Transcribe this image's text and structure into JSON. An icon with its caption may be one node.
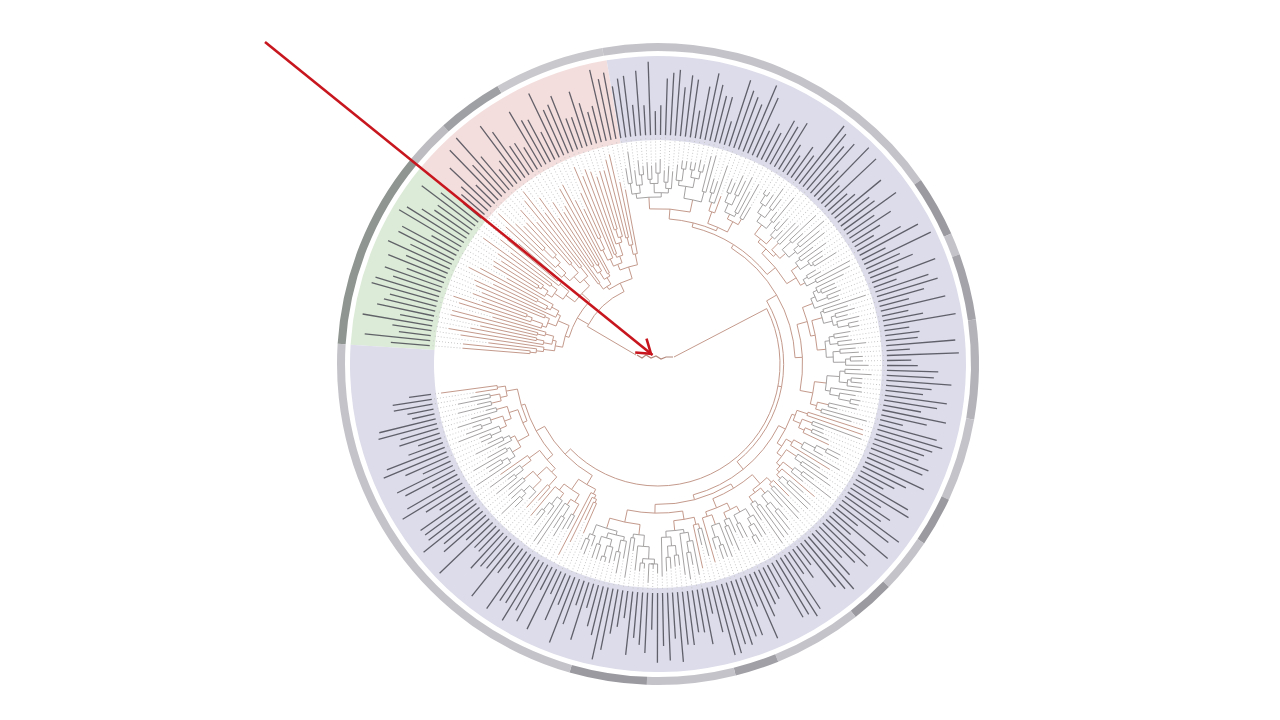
{
  "diagram": {
    "nodes": [
      {
        "text": [],
        "shape": "picture"
      },
      {
        "text": [],
        "shape": "picture",
        "in": 0
      }
    ],
    "edges": [
      {
        "from": null,
        "to": 1,
        "arrow": "to",
        "color": "#c8161e"
      }
    ]
  }
}
